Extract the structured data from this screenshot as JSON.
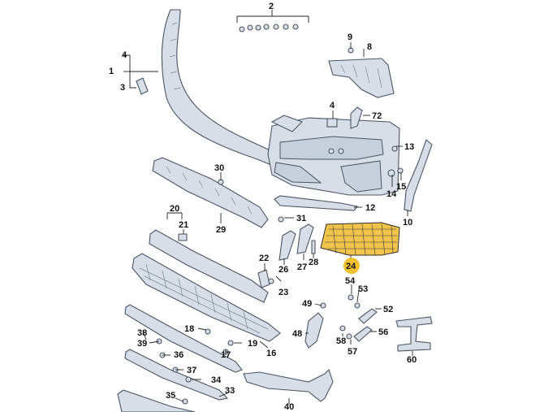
{
  "diagram": {
    "highlight_color": "#f2c12e",
    "callouts": [
      "1",
      "2",
      "3",
      "4",
      "8",
      "9",
      "4",
      "72",
      "13",
      "14",
      "15",
      "10",
      "12",
      "30",
      "31",
      "20",
      "21",
      "29",
      "22",
      "23",
      "26",
      "27",
      "28",
      "24",
      "54",
      "53",
      "52",
      "49",
      "48",
      "58",
      "57",
      "56",
      "60",
      "18",
      "19",
      "17",
      "16",
      "38",
      "39",
      "36",
      "37",
      "34",
      "35",
      "33",
      "40"
    ]
  }
}
